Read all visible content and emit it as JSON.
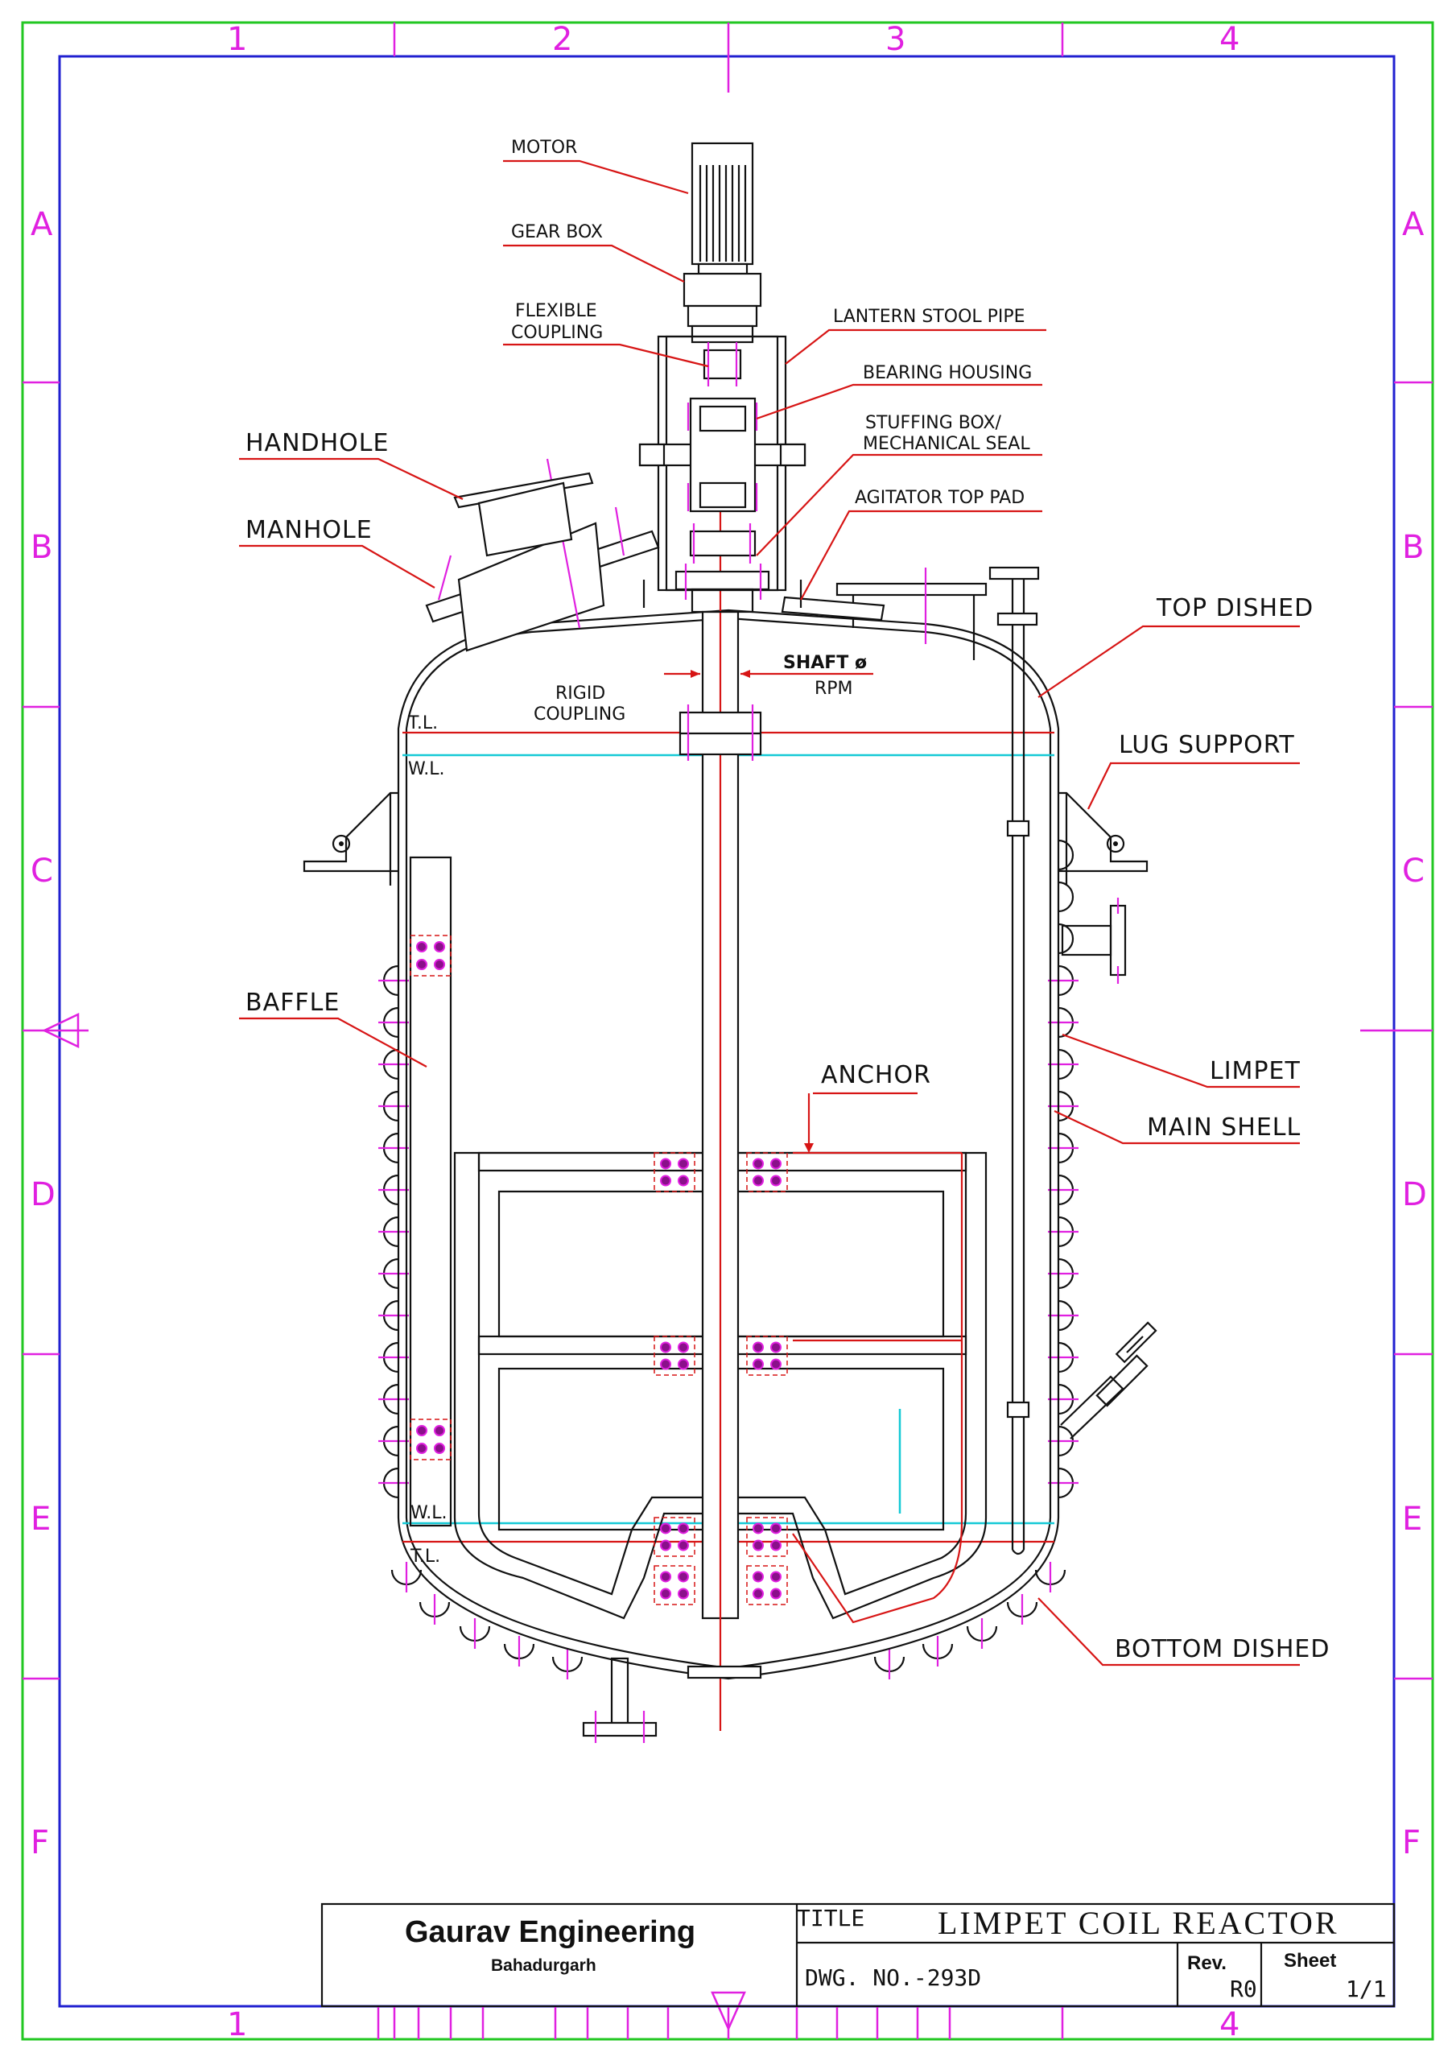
{
  "grid": {
    "columns": [
      "1",
      "2",
      "3",
      "4"
    ],
    "rows": [
      "A",
      "B",
      "C",
      "D",
      "E",
      "F"
    ]
  },
  "labels": {
    "motor": "MOTOR",
    "gear_box": "GEAR  BOX",
    "flexible_coupling_1": "FLEXIBLE",
    "flexible_coupling_2": "COUPLING",
    "lantern_stool_pipe": "LANTERN  STOOL PIPE",
    "bearing_housing": "BEARING  HOUSING",
    "stuffing_box_1": "STUFFING  BOX/",
    "stuffing_box_2": "MECHANICAL  SEAL",
    "agitator_top_pad": "AGITATOR  TOP PAD",
    "handhole": "HANDHOLE",
    "manhole": "MANHOLE",
    "top_dished": "TOP  DISHED",
    "shaft_1": "SHAFT  ø",
    "shaft_2": "RPM",
    "rigid_coupling_1": "RIGID",
    "rigid_coupling_2": "COUPLING",
    "lug_support": "LUG  SUPPORT",
    "baffle": "BAFFLE",
    "anchor": "ANCHOR",
    "limpet": "LIMPET",
    "main_shell": "MAIN  SHELL",
    "bottom_dished": "BOTTOM  DISHED",
    "tl": "T.L.",
    "wl": "W.L."
  },
  "title_block": {
    "company": "Gaurav Engineering",
    "city": "Bahadurgarh",
    "title_caption": "TITLE",
    "title": "LIMPET  COIL  REACTOR",
    "dwg_no": "DWG. NO.-293D",
    "rev_caption": "Rev.",
    "rev": "R0",
    "sheet_caption": "Sheet",
    "sheet": "1/1"
  },
  "colors": {
    "border_outer": "#22c722",
    "border_inner": "#2020d0",
    "grid_marks": "#e020e0",
    "center_line": "#d71515",
    "liquid_level": "#15c9d6",
    "leaders": "#d71515",
    "bolts": "#e020e0"
  }
}
